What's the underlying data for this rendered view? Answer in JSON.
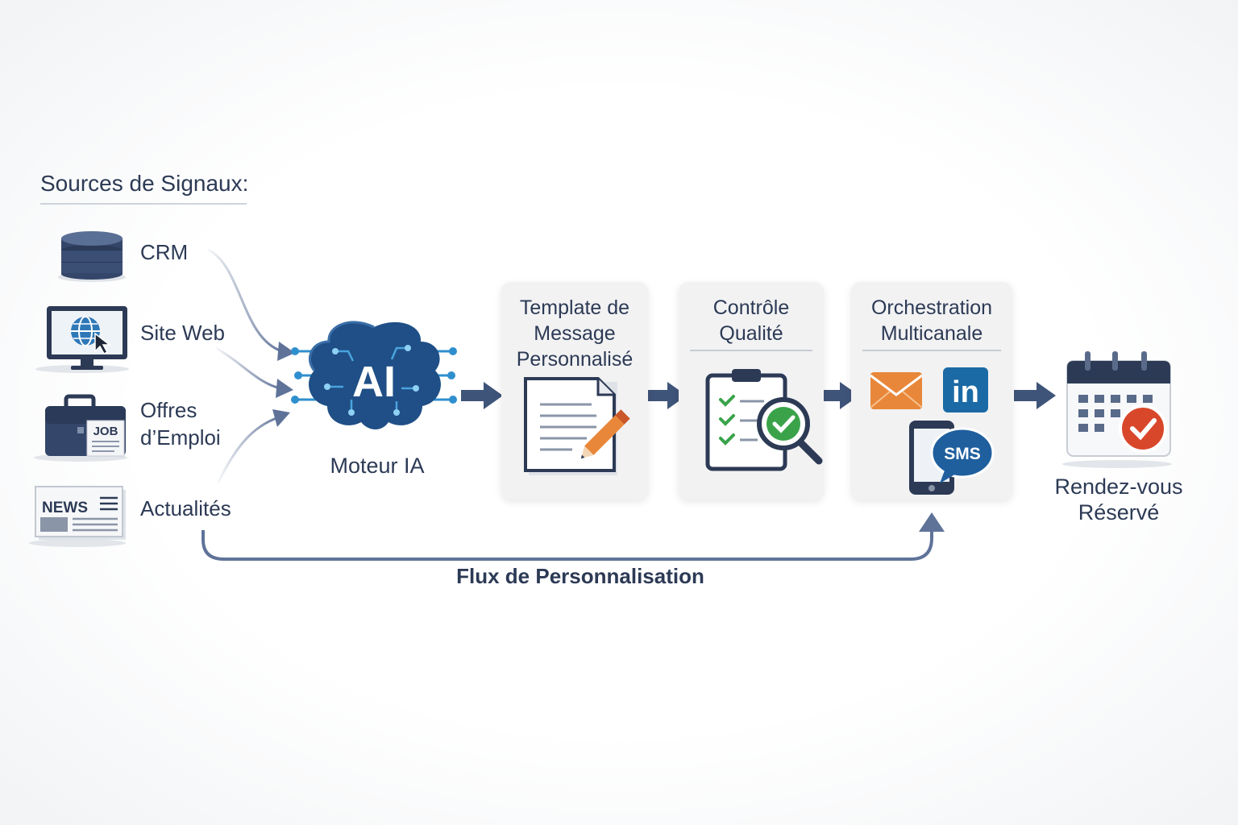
{
  "sources": {
    "title": "Sources de Signaux:",
    "items": [
      {
        "label": "CRM",
        "icon": "database-icon"
      },
      {
        "label": "Site Web",
        "icon": "website-icon"
      },
      {
        "label": "Offres d’Emploi",
        "icon": "job-briefcase-icon",
        "badge": "JOB"
      },
      {
        "label": "Actualités",
        "icon": "newspaper-icon",
        "badge": "NEWS"
      }
    ]
  },
  "engine": {
    "label": "Moteur IA",
    "badge": "AI",
    "icon": "ai-brain-icon"
  },
  "steps": [
    {
      "title": "Template de Message Personnalisé",
      "icon": "document-pencil-icon"
    },
    {
      "title": "Contrôle Qualité",
      "icon": "clipboard-check-icon"
    },
    {
      "title": "Orchestration Multicanale",
      "icon": "multichannel-icons",
      "linkedin": "in",
      "sms": "SMS"
    }
  ],
  "outcome": {
    "label": "Rendez-vous Réservé",
    "icon": "calendar-check-icon"
  },
  "flow": {
    "label": "Flux de Personnalisation"
  },
  "colors": {
    "navy": "#2c3a55",
    "blue": "#1f5f9e",
    "orange": "#e8873a",
    "green": "#3aa34a",
    "red": "#d9472b",
    "linkedin": "#1b6aa5"
  }
}
